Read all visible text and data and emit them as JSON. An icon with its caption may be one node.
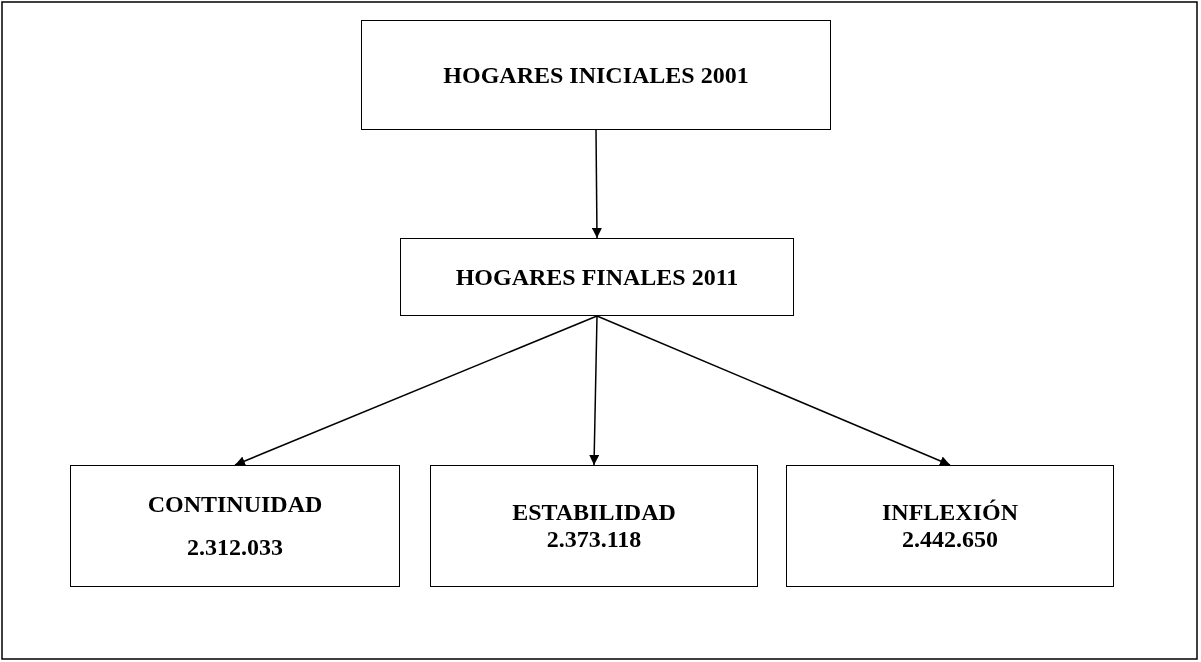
{
  "diagram": {
    "nodes": [
      {
        "text": [
          "HOGARES INICIALES 2001"
        ]
      },
      {
        "text": [
          "HOGARES FINALES 2011"
        ]
      },
      {
        "text": [
          "CONTINUIDAD",
          "2.312.033"
        ]
      },
      {
        "text": [
          "ESTABILIDAD",
          "2.373.118"
        ]
      },
      {
        "text": [
          "INFLEXIÓN",
          "2.442.650"
        ]
      }
    ],
    "edges": [
      {
        "from": 0,
        "to": 1,
        "arrow": "to"
      },
      {
        "from": 1,
        "to": 2,
        "arrow": "to"
      },
      {
        "from": 1,
        "to": 3,
        "arrow": "to"
      },
      {
        "from": 1,
        "to": 4,
        "arrow": "to"
      }
    ]
  }
}
